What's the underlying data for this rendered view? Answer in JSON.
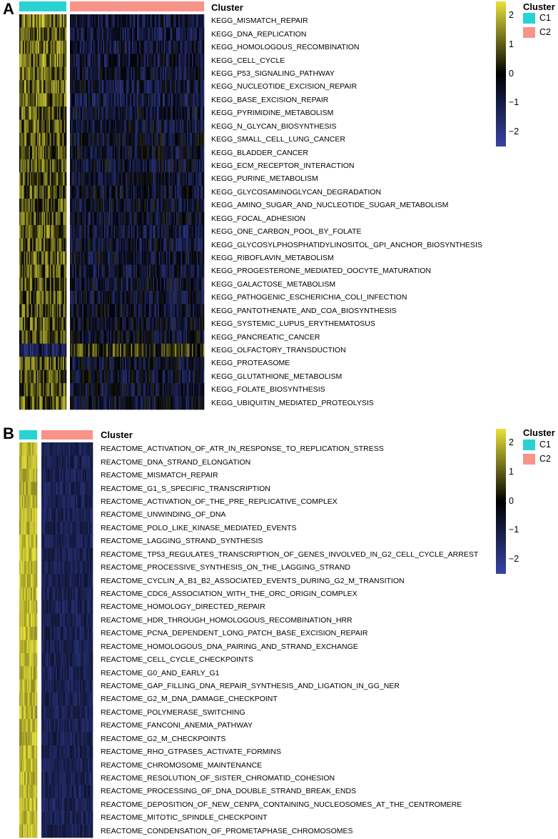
{
  "chart_data": [
    {
      "type": "heatmap",
      "panel": "A",
      "annotation_title": "Cluster",
      "groups": [
        {
          "name": "C1",
          "color": "#29d3d3"
        },
        {
          "name": "C2",
          "color": "#f8938a"
        }
      ],
      "colorbar": {
        "min": -2.5,
        "max": 2.5,
        "ticks": [
          "2",
          "1",
          "0",
          "−1",
          "−2"
        ],
        "colors": [
          "#3644a6",
          "#000000",
          "#e8e23a"
        ]
      },
      "rows": [
        {
          "label": "KEGG_MISMATCH_REPAIR",
          "C1": 1.3,
          "C2": -0.9
        },
        {
          "label": "KEGG_DNA_REPLICATION",
          "C1": 1.2,
          "C2": -0.9
        },
        {
          "label": "KEGG_HOMOLOGOUS_RECOMBINATION",
          "C1": 1.1,
          "C2": -0.8
        },
        {
          "label": "KEGG_CELL_CYCLE",
          "C1": 1.2,
          "C2": -0.8
        },
        {
          "label": "KEGG_P53_SIGNALING_PATHWAY",
          "C1": 1.0,
          "C2": -0.7
        },
        {
          "label": "KEGG_NUCLEOTIDE_EXCISION_REPAIR",
          "C1": 1.1,
          "C2": -0.8
        },
        {
          "label": "KEGG_BASE_EXCISION_REPAIR",
          "C1": 1.1,
          "C2": -0.8
        },
        {
          "label": "KEGG_PYRIMIDINE_METABOLISM",
          "C1": 1.0,
          "C2": -0.7
        },
        {
          "label": "KEGG_N_GLYCAN_BIOSYNTHESIS",
          "C1": 0.9,
          "C2": -0.7
        },
        {
          "label": "KEGG_SMALL_CELL_LUNG_CANCER",
          "C1": 0.9,
          "C2": -0.6
        },
        {
          "label": "KEGG_BLADDER_CANCER",
          "C1": 0.8,
          "C2": -0.6
        },
        {
          "label": "KEGG_ECM_RECEPTOR_INTERACTION",
          "C1": 0.9,
          "C2": -0.6
        },
        {
          "label": "KEGG_PURINE_METABOLISM",
          "C1": 0.9,
          "C2": -0.7
        },
        {
          "label": "KEGG_GLYCOSAMINOGLYCAN_DEGRADATION",
          "C1": 0.8,
          "C2": -0.6
        },
        {
          "label": "KEGG_AMINO_SUGAR_AND_NUCLEOTIDE_SUGAR_METABOLISM",
          "C1": 0.8,
          "C2": -0.6
        },
        {
          "label": "KEGG_FOCAL_ADHESION",
          "C1": 0.8,
          "C2": -0.6
        },
        {
          "label": "KEGG_ONE_CARBON_POOL_BY_FOLATE",
          "C1": 0.9,
          "C2": -0.7
        },
        {
          "label": "KEGG_GLYCOSYLPHOSPHATIDYLINOSITOL_GPI_ANCHOR_BIOSYNTHESIS",
          "C1": 0.8,
          "C2": -0.6
        },
        {
          "label": "KEGG_RIBOFLAVIN_METABOLISM",
          "C1": 0.9,
          "C2": -0.6
        },
        {
          "label": "KEGG_PROGESTERONE_MEDIATED_OOCYTE_MATURATION",
          "C1": 0.9,
          "C2": -0.7
        },
        {
          "label": "KEGG_GALACTOSE_METABOLISM",
          "C1": 0.8,
          "C2": -0.6
        },
        {
          "label": "KEGG_PATHOGENIC_ESCHERICHIA_COLI_INFECTION",
          "C1": 0.8,
          "C2": -0.6
        },
        {
          "label": "KEGG_PANTOTHENATE_AND_COA_BIOSYNTHESIS",
          "C1": 0.8,
          "C2": -0.6
        },
        {
          "label": "KEGG_SYSTEMIC_LUPUS_ERYTHEMATOSUS",
          "C1": 0.8,
          "C2": -0.5
        },
        {
          "label": "KEGG_PANCREATIC_CANCER",
          "C1": 0.8,
          "C2": -0.5
        },
        {
          "label": "KEGG_OLFACTORY_TRANSDUCTION",
          "C1": -1.3,
          "C2": 0.5
        },
        {
          "label": "KEGG_PROTEASOME",
          "C1": 0.9,
          "C2": -0.6
        },
        {
          "label": "KEGG_GLUTATHIONE_METABOLISM",
          "C1": 0.8,
          "C2": -0.6
        },
        {
          "label": "KEGG_FOLATE_BIOSYNTHESIS",
          "C1": 0.9,
          "C2": -0.6
        },
        {
          "label": "KEGG_UBIQUITIN_MEDIATED_PROTEOLYSIS",
          "C1": 0.9,
          "C2": -0.6
        }
      ]
    },
    {
      "type": "heatmap",
      "panel": "B",
      "annotation_title": "Cluster",
      "groups": [
        {
          "name": "C1",
          "color": "#29d3d3"
        },
        {
          "name": "C2",
          "color": "#f8938a"
        }
      ],
      "colorbar": {
        "min": -2.5,
        "max": 2.5,
        "ticks": [
          "2",
          "1",
          "0",
          "−1",
          "−2"
        ],
        "colors": [
          "#3644a6",
          "#000000",
          "#e8e23a"
        ]
      },
      "rows": [
        {
          "label": "REACTOME_ACTIVATION_OF_ATR_IN_RESPONSE_TO_REPLICATION_STRESS",
          "C1": 2.0,
          "C2": -1.2
        },
        {
          "label": "REACTOME_DNA_STRAND_ELONGATION",
          "C1": 2.0,
          "C2": -1.2
        },
        {
          "label": "REACTOME_MISMATCH_REPAIR",
          "C1": 2.0,
          "C2": -1.2
        },
        {
          "label": "REACTOME_G1_S_SPECIFIC_TRANSCRIPTION",
          "C1": 2.0,
          "C2": -1.2
        },
        {
          "label": "REACTOME_ACTIVATION_OF_THE_PRE_REPLICATIVE_COMPLEX",
          "C1": 2.0,
          "C2": -1.2
        },
        {
          "label": "REACTOME_UNWINDING_OF_DNA",
          "C1": 2.0,
          "C2": -1.2
        },
        {
          "label": "REACTOME_POLO_LIKE_KINASE_MEDIATED_EVENTS",
          "C1": 2.0,
          "C2": -1.2
        },
        {
          "label": "REACTOME_LAGGING_STRAND_SYNTHESIS",
          "C1": 2.0,
          "C2": -1.2
        },
        {
          "label": "REACTOME_TP53_REGULATES_TRANSCRIPTION_OF_GENES_INVOLVED_IN_G2_CELL_CYCLE_ARREST",
          "C1": 2.0,
          "C2": -1.2
        },
        {
          "label": "REACTOME_PROCESSIVE_SYNTHESIS_ON_THE_LAGGING_STRAND",
          "C1": 2.0,
          "C2": -1.2
        },
        {
          "label": "REACTOME_CYCLIN_A_B1_B2_ASSOCIATED_EVENTS_DURING_G2_M_TRANSITION",
          "C1": 2.0,
          "C2": -1.2
        },
        {
          "label": "REACTOME_CDC6_ASSOCIATION_WITH_THE_ORC_ORIGIN_COMPLEX",
          "C1": 2.0,
          "C2": -1.2
        },
        {
          "label": "REACTOME_HOMOLOGY_DIRECTED_REPAIR",
          "C1": 2.0,
          "C2": -1.2
        },
        {
          "label": "REACTOME_HDR_THROUGH_HOMOLOGOUS_RECOMBINATION_HRR",
          "C1": 2.0,
          "C2": -1.2
        },
        {
          "label": "REACTOME_PCNA_DEPENDENT_LONG_PATCH_BASE_EXCISION_REPAIR",
          "C1": 2.0,
          "C2": -1.2
        },
        {
          "label": "REACTOME_HOMOLOGOUS_DNA_PAIRING_AND_STRAND_EXCHANGE",
          "C1": 2.0,
          "C2": -1.2
        },
        {
          "label": "REACTOME_CELL_CYCLE_CHECKPOINTS",
          "C1": 2.0,
          "C2": -1.2
        },
        {
          "label": "REACTOME_G0_AND_EARLY_G1",
          "C1": 2.0,
          "C2": -1.2
        },
        {
          "label": "REACTOME_GAP_FILLING_DNA_REPAIR_SYNTHESIS_AND_LIGATION_IN_GG_NER",
          "C1": 2.0,
          "C2": -1.2
        },
        {
          "label": "REACTOME_G2_M_DNA_DAMAGE_CHECKPOINT",
          "C1": 2.0,
          "C2": -1.2
        },
        {
          "label": "REACTOME_POLYMERASE_SWITCHING",
          "C1": 2.0,
          "C2": -1.2
        },
        {
          "label": "REACTOME_FANCONI_ANEMIA_PATHWAY",
          "C1": 2.0,
          "C2": -1.2
        },
        {
          "label": "REACTOME_G2_M_CHECKPOINTS",
          "C1": 2.0,
          "C2": -1.2
        },
        {
          "label": "REACTOME_RHO_GTPASES_ACTIVATE_FORMINS",
          "C1": 2.0,
          "C2": -1.2
        },
        {
          "label": "REACTOME_CHROMOSOME_MAINTENANCE",
          "C1": 2.0,
          "C2": -1.2
        },
        {
          "label": "REACTOME_RESOLUTION_OF_SISTER_CHROMATID_COHESION",
          "C1": 2.0,
          "C2": -1.2
        },
        {
          "label": "REACTOME_PROCESSING_OF_DNA_DOUBLE_STRAND_BREAK_ENDS",
          "C1": 2.0,
          "C2": -1.2
        },
        {
          "label": "REACTOME_DEPOSITION_OF_NEW_CENPA_CONTAINING_NUCLEOSOMES_AT_THE_CENTROMERE",
          "C1": 2.0,
          "C2": -1.2
        },
        {
          "label": "REACTOME_MITOTIC_SPINDLE_CHECKPOINT",
          "C1": 2.0,
          "C2": -1.2
        },
        {
          "label": "REACTOME_CONDENSATION_OF_PROMETAPHASE_CHROMOSOMES",
          "C1": 2.0,
          "C2": -1.2
        }
      ]
    }
  ]
}
